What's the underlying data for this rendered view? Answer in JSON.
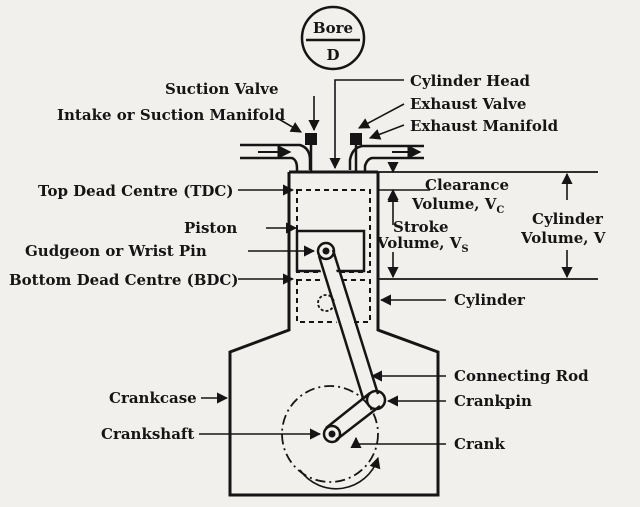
{
  "diagram": {
    "bore": {
      "line1": "Bore",
      "line2": "D"
    },
    "labels": {
      "suction_valve": "Suction Valve",
      "intake_manifold": "Intake or Suction Manifold",
      "top_dead_centre": "Top Dead Centre (TDC)",
      "piston": "Piston",
      "gudgeon_pin": "Gudgeon or Wrist Pin",
      "bottom_dead_centre": "Bottom Dead Centre (BDC)",
      "crankcase": "Crankcase",
      "crankshaft": "Crankshaft",
      "cylinder_head": "Cylinder Head",
      "exhaust_valve": "Exhaust Valve",
      "exhaust_manifold": "Exhaust Manifold",
      "clearance_volume": "Clearance",
      "clearance_volume_2": "Volume, V",
      "clearance_sub": "C",
      "stroke_volume": "Stroke",
      "stroke_volume_2": "Volume, V",
      "stroke_sub": "S",
      "cylinder_volume": "Cylinder",
      "cylinder_volume_2": "Volume, V",
      "cylinder": "Cylinder",
      "connecting_rod": "Connecting  Rod",
      "crankpin": "Crankpin",
      "crank": "Crank"
    }
  }
}
